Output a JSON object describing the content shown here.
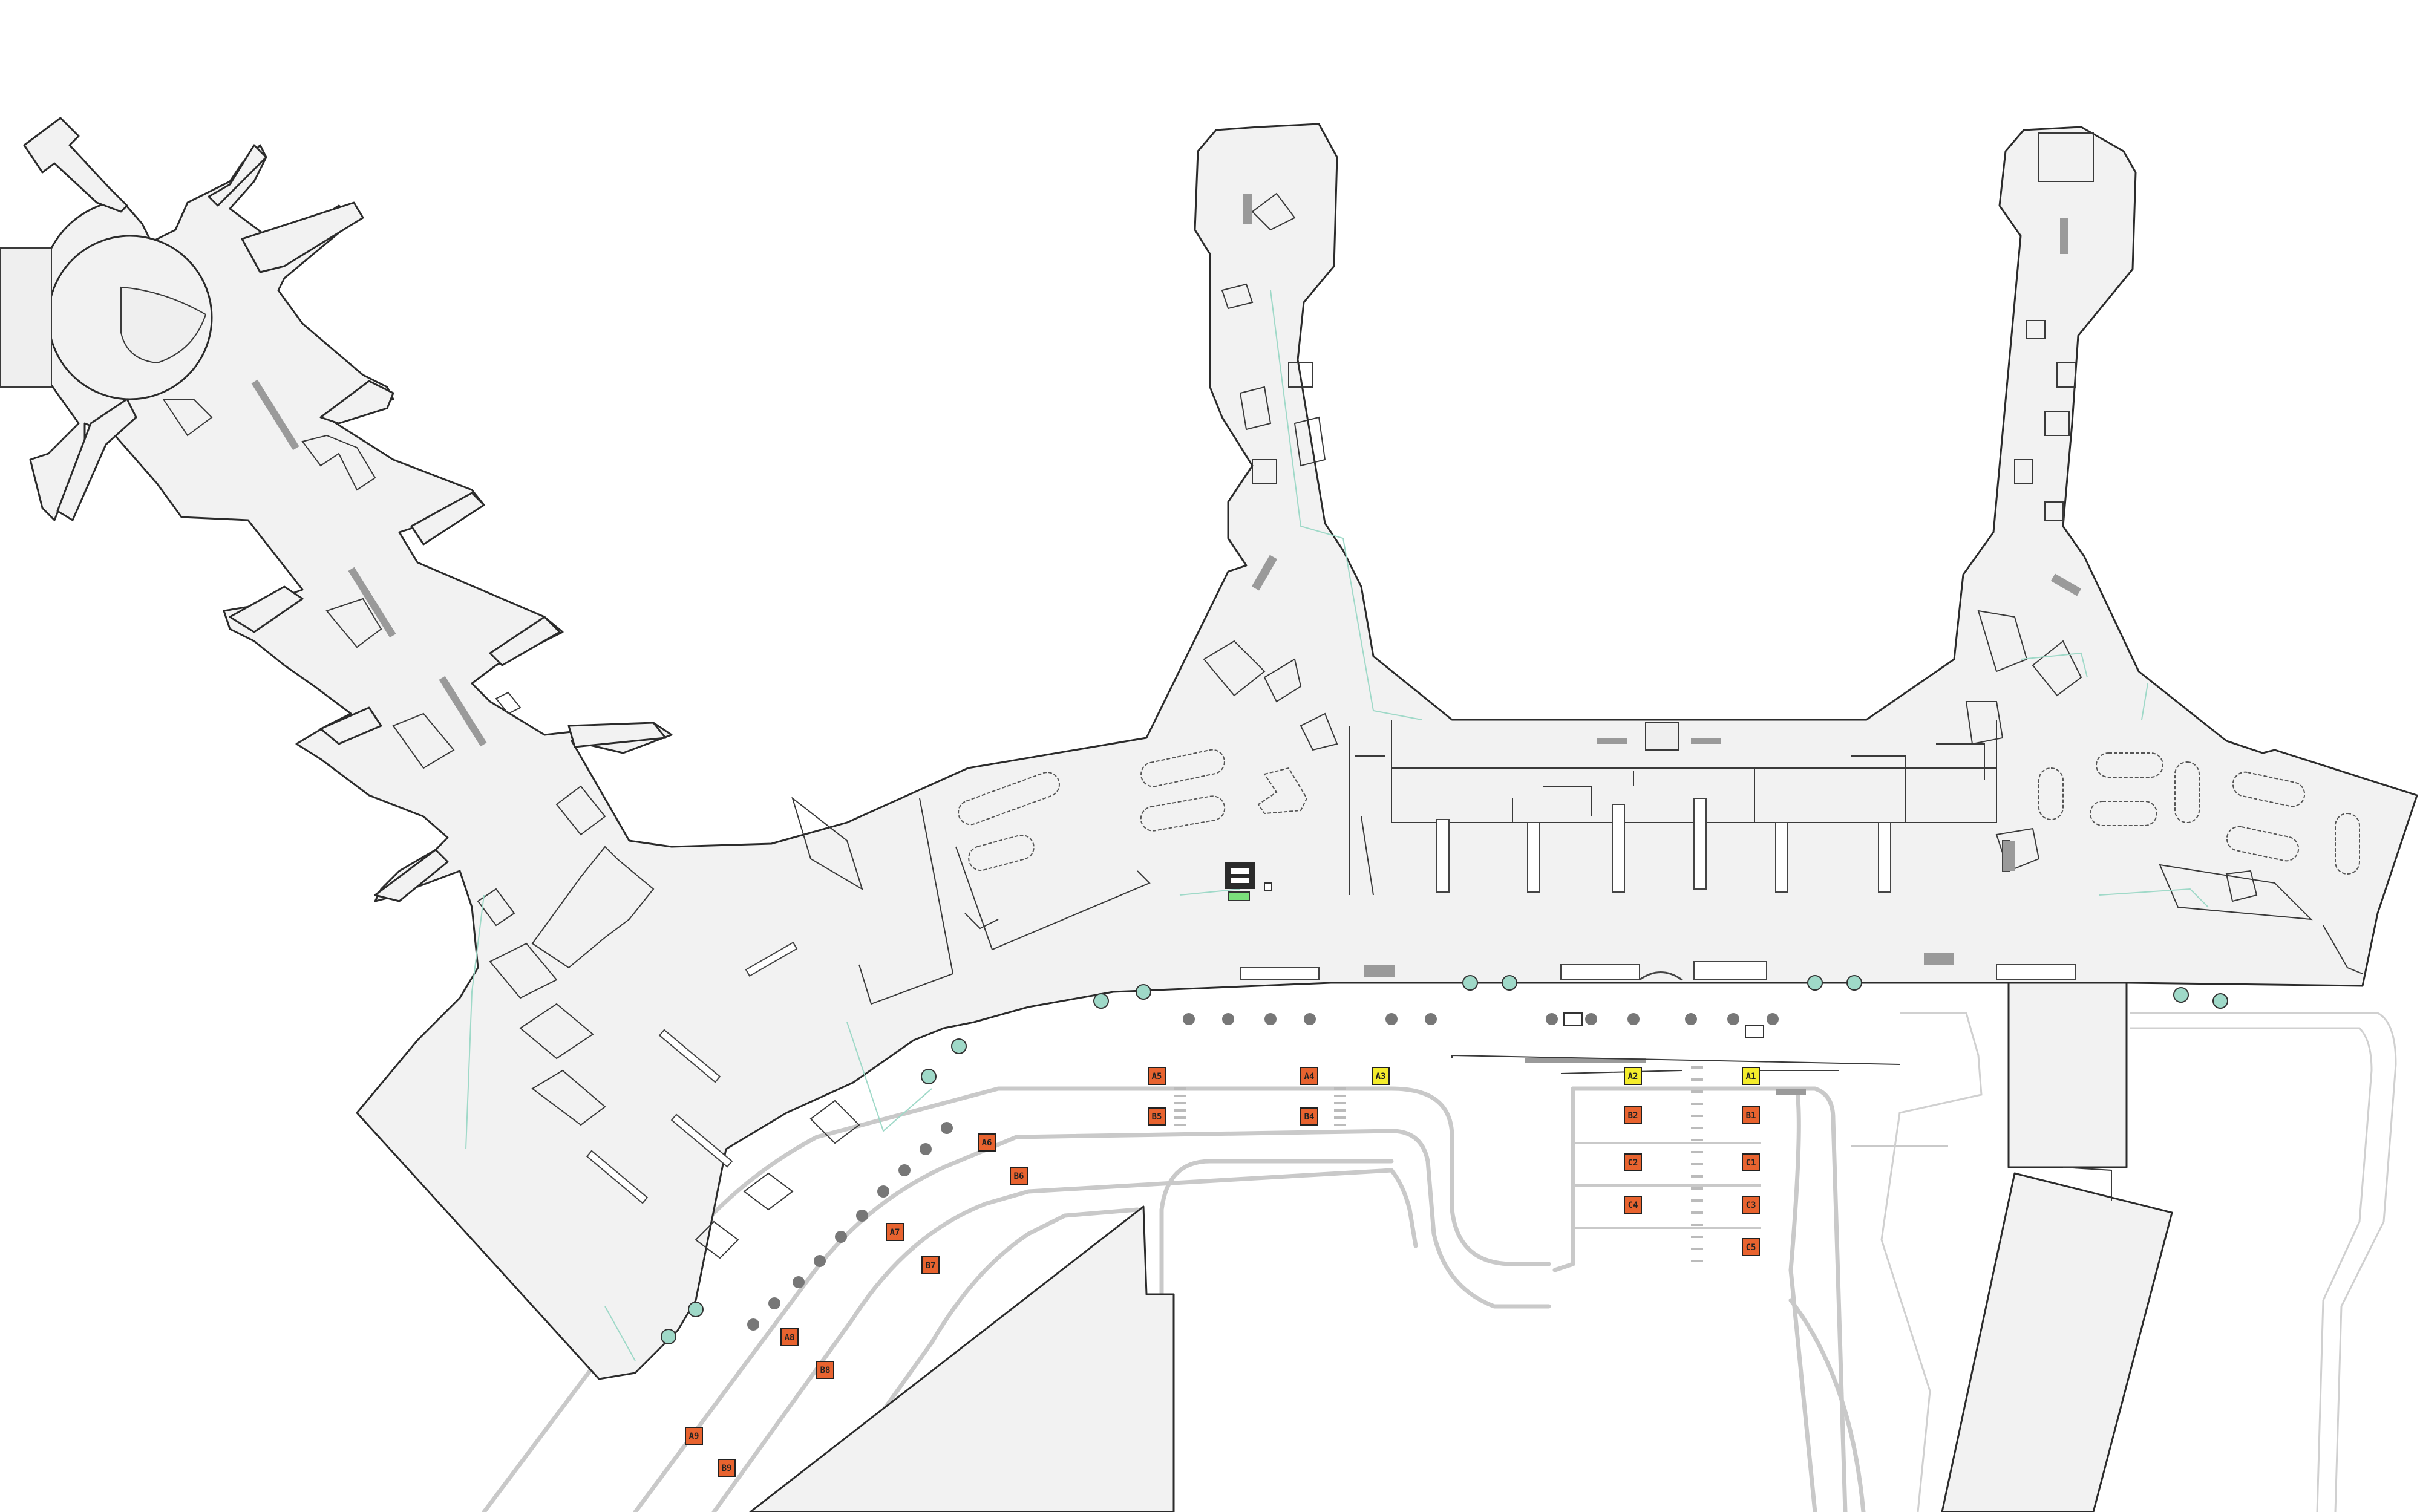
{
  "map": {
    "stands_red": [
      {
        "id": "A5"
      },
      {
        "id": "A4"
      },
      {
        "id": "B5"
      },
      {
        "id": "B4"
      },
      {
        "id": "A6"
      },
      {
        "id": "B6"
      },
      {
        "id": "A7"
      },
      {
        "id": "B7"
      },
      {
        "id": "A8"
      },
      {
        "id": "B8"
      },
      {
        "id": "A9"
      },
      {
        "id": "B9"
      },
      {
        "id": "B2"
      },
      {
        "id": "B1"
      },
      {
        "id": "C2"
      },
      {
        "id": "C1"
      },
      {
        "id": "C4"
      },
      {
        "id": "C3"
      },
      {
        "id": "C5"
      }
    ],
    "stands_yellow": [
      {
        "id": "A3"
      },
      {
        "id": "A2"
      },
      {
        "id": "A1"
      }
    ],
    "colors": {
      "floor": "#f2f2f2",
      "walls": "#2b2b2b",
      "stand_red": "#e8632f",
      "stand_yellow": "#f4ec2c",
      "gate_marker": "#9fd9c8",
      "road": "#c9c9c9",
      "info_marker": "#7be07b"
    },
    "icons": [
      "gate-marker-icon",
      "info-desk-icon",
      "bollard-icon"
    ]
  }
}
